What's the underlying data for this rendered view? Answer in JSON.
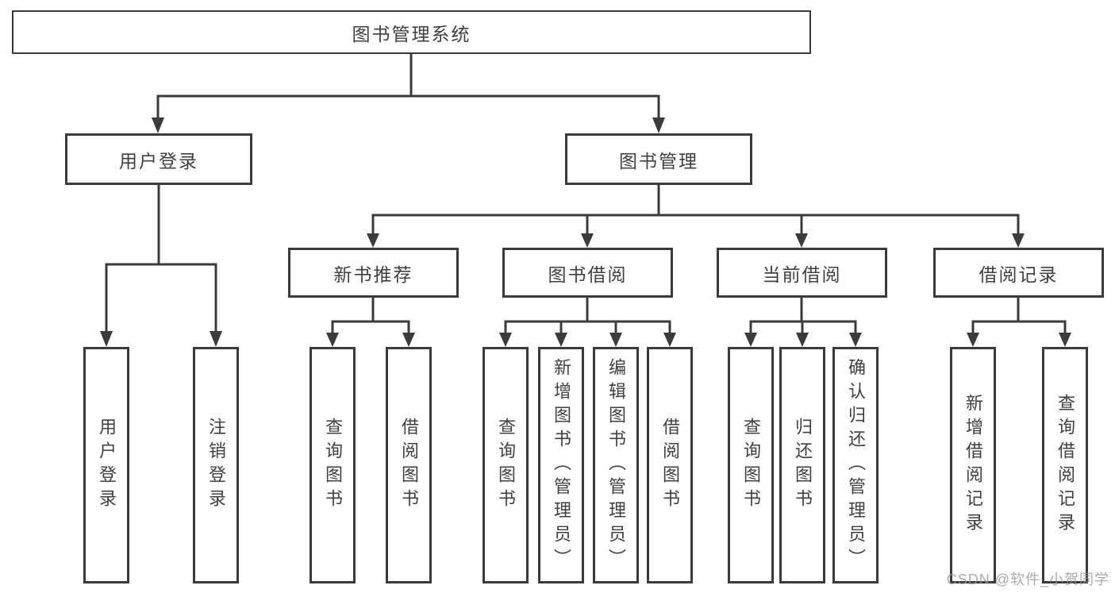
{
  "title": "图书管理系统",
  "watermark": "CSDN @软件_小贺同学",
  "tree": {
    "root": "图书管理系统",
    "login": {
      "label": "用户登录",
      "children": [
        "用户登录",
        "注销登录"
      ]
    },
    "management": {
      "label": "图书管理",
      "modules": [
        {
          "label": "新书推荐",
          "children": [
            "查询图书",
            "借阅图书"
          ]
        },
        {
          "label": "图书借阅",
          "children": [
            "查询图书",
            "新增图书（管理员）",
            "编辑图书（管理员）",
            "借阅图书"
          ]
        },
        {
          "label": "当前借阅",
          "children": [
            "查询图书",
            "归还图书",
            "确认归还（管理员）"
          ]
        },
        {
          "label": "借阅记录",
          "children": [
            "新增借阅记录",
            "查询借阅记录"
          ]
        }
      ]
    }
  },
  "colors": {
    "line": "#3b3b3b",
    "text": "#404040",
    "watermark": "#969696",
    "background": "#ffffff"
  }
}
